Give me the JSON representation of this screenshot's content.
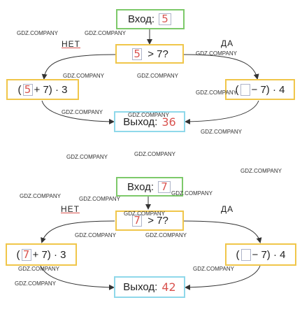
{
  "diagrams": [
    {
      "input_label": "Вход:",
      "input_value": "5",
      "condition_value": "5",
      "condition_text": "> 7?",
      "no_label": "НЕТ",
      "yes_label": "ДА",
      "left_value": "5",
      "left_expr_open": "(",
      "left_expr_close": "+ 7) · 3",
      "right_value": "",
      "right_expr_open": "(",
      "right_expr_close": "− 7) · 4",
      "output_label": "Выход:",
      "output_value": "36"
    },
    {
      "input_label": "Вход:",
      "input_value": "7",
      "condition_value": "7",
      "condition_text": "> 7?",
      "no_label": "НЕТ",
      "yes_label": "ДА",
      "left_value": "7",
      "left_expr_open": "(",
      "left_expr_close": "+ 7) · 3",
      "right_value": "",
      "right_expr_open": "(",
      "right_expr_close": "− 7) · 4",
      "output_label": "Выход:",
      "output_value": "42"
    }
  ],
  "watermark": "GDZ.COMPANY"
}
